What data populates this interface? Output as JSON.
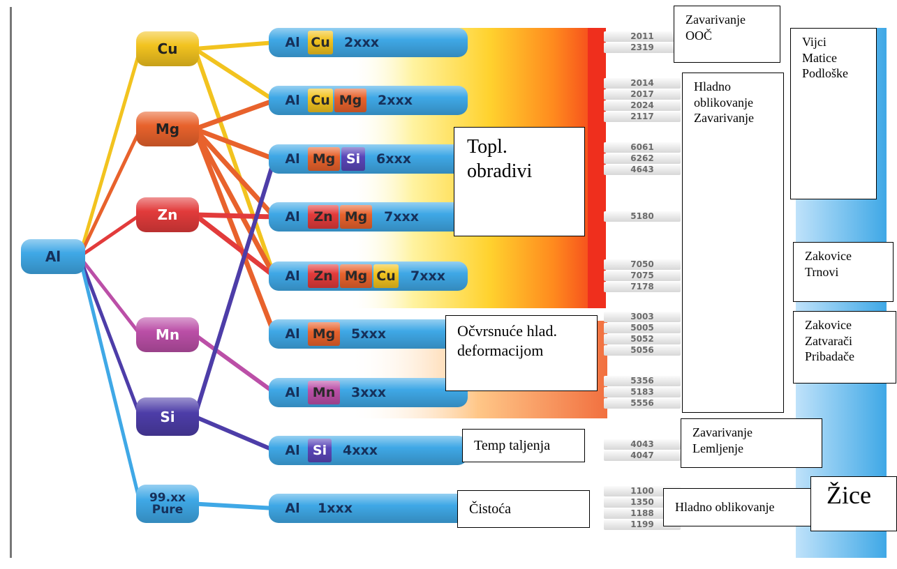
{
  "elements": [
    {
      "id": "cu",
      "label": "Cu",
      "color": "#f2c31f",
      "text_color": "#222222"
    },
    {
      "id": "mg",
      "label": "Mg",
      "color": "#e8622c",
      "text_color": "#222222"
    },
    {
      "id": "zn",
      "label": "Zn",
      "color": "#e23b3b",
      "text_color": "#ffffff"
    },
    {
      "id": "mn",
      "label": "Mn",
      "color": "#bb4fa7",
      "text_color": "#ffffff"
    },
    {
      "id": "si",
      "label": "Si",
      "color": "#4d3da8",
      "text_color": "#ffffff"
    },
    {
      "id": "pure",
      "label": "99.xx\nPure",
      "color": "#3fa8e6",
      "text_color": "#16305a"
    }
  ],
  "root": {
    "label": "Al",
    "color": "#3fa8e6"
  },
  "series": [
    {
      "id": "s2a",
      "segments": [
        {
          "text": "Al",
          "color": "#3fa8e6"
        },
        {
          "text": "Cu",
          "color": "#f2c31f"
        },
        {
          "text": "2xxx",
          "color": "#3fa8e6"
        }
      ],
      "grades": [
        "2011",
        "2319"
      ]
    },
    {
      "id": "s2b",
      "segments": [
        {
          "text": "Al",
          "color": "#3fa8e6"
        },
        {
          "text": "Cu",
          "color": "#f2c31f"
        },
        {
          "text": "Mg",
          "color": "#e8622c"
        },
        {
          "text": "2xxx",
          "color": "#3fa8e6"
        }
      ],
      "grades": [
        "2014",
        "2017",
        "2024",
        "2117"
      ]
    },
    {
      "id": "s6",
      "segments": [
        {
          "text": "Al",
          "color": "#3fa8e6"
        },
        {
          "text": "Mg",
          "color": "#e8622c"
        },
        {
          "text": "Si",
          "color": "#5a46b8"
        },
        {
          "text": "6xxx",
          "color": "#3fa8e6"
        }
      ],
      "grades": [
        "6061",
        "6262",
        "4643"
      ]
    },
    {
      "id": "s7a",
      "segments": [
        {
          "text": "Al",
          "color": "#3fa8e6"
        },
        {
          "text": "Zn",
          "color": "#e23b3b"
        },
        {
          "text": "Mg",
          "color": "#e8622c"
        },
        {
          "text": "7xxx",
          "color": "#3fa8e6"
        }
      ],
      "grades": [
        "5180"
      ]
    },
    {
      "id": "s7b",
      "segments": [
        {
          "text": "Al",
          "color": "#3fa8e6"
        },
        {
          "text": "Zn",
          "color": "#e23b3b"
        },
        {
          "text": "Mg",
          "color": "#e8622c"
        },
        {
          "text": "Cu",
          "color": "#f2c31f"
        },
        {
          "text": "7xxx",
          "color": "#3fa8e6"
        }
      ],
      "grades": [
        "7050",
        "7075",
        "7178"
      ]
    },
    {
      "id": "s5",
      "segments": [
        {
          "text": "Al",
          "color": "#3fa8e6"
        },
        {
          "text": "Mg",
          "color": "#e8622c"
        },
        {
          "text": "5xxx",
          "color": "#3fa8e6"
        }
      ],
      "grades": [
        "3003",
        "5005",
        "5052",
        "5056"
      ]
    },
    {
      "id": "s3",
      "segments": [
        {
          "text": "Al",
          "color": "#3fa8e6"
        },
        {
          "text": "Mn",
          "color": "#bb4fa7"
        },
        {
          "text": "3xxx",
          "color": "#3fa8e6"
        }
      ],
      "grades": [
        "5356",
        "5183",
        "5556"
      ]
    },
    {
      "id": "s4",
      "segments": [
        {
          "text": "Al",
          "color": "#3fa8e6"
        },
        {
          "text": "Si",
          "color": "#5a46b8"
        },
        {
          "text": "4xxx",
          "color": "#3fa8e6"
        }
      ],
      "grades": [
        "4043",
        "4047"
      ]
    },
    {
      "id": "s1",
      "segments": [
        {
          "text": "Al",
          "color": "#3fa8e6"
        },
        {
          "text": "1xxx",
          "color": "#3fa8e6"
        }
      ],
      "grades": [
        "1100",
        "1350",
        "1188",
        "1199"
      ]
    }
  ],
  "links": [
    [
      "cu",
      "s2a"
    ],
    [
      "cu",
      "s2b"
    ],
    [
      "cu",
      "s7b"
    ],
    [
      "mg",
      "s2b"
    ],
    [
      "mg",
      "s6"
    ],
    [
      "mg",
      "s7a"
    ],
    [
      "mg",
      "s7b"
    ],
    [
      "mg",
      "s5"
    ],
    [
      "zn",
      "s7a"
    ],
    [
      "zn",
      "s7b"
    ],
    [
      "mn",
      "s3"
    ],
    [
      "si",
      "s6"
    ],
    [
      "si",
      "s4"
    ],
    [
      "pure",
      "s1"
    ]
  ],
  "notes": [
    {
      "id": "note-topl",
      "lines": [
        "Topl.",
        "obradivi"
      ]
    },
    {
      "id": "note-ocvrsnuce",
      "lines": [
        "Očvrsnuće hlad.",
        "deformacijom"
      ]
    },
    {
      "id": "note-temp",
      "lines": [
        "Temp taljenja"
      ]
    },
    {
      "id": "note-cistoca",
      "lines": [
        "Čistoća"
      ]
    },
    {
      "id": "note-zavarivanje-ooc",
      "lines": [
        "Zavarivanje",
        "OOČ"
      ]
    },
    {
      "id": "note-vijci",
      "lines": [
        "Vijci",
        "Matice",
        "Podloške"
      ]
    },
    {
      "id": "note-hladno",
      "lines": [
        "Hladno",
        "oblikovanje",
        "Zavarivanje"
      ]
    },
    {
      "id": "note-zakovice-trnovi",
      "lines": [
        "Zakovice",
        "Trnovi"
      ]
    },
    {
      "id": "note-zakovice-zatvaraci",
      "lines": [
        "Zakovice",
        "Zatvarači",
        "Pribadače"
      ]
    },
    {
      "id": "note-zav-lem",
      "lines": [
        "Zavarivanje",
        "Lemljenje"
      ]
    },
    {
      "id": "note-hladno-obl",
      "lines": [
        "Hladno oblikovanje"
      ]
    },
    {
      "id": "note-zice",
      "lines": [
        "Žice"
      ]
    }
  ]
}
